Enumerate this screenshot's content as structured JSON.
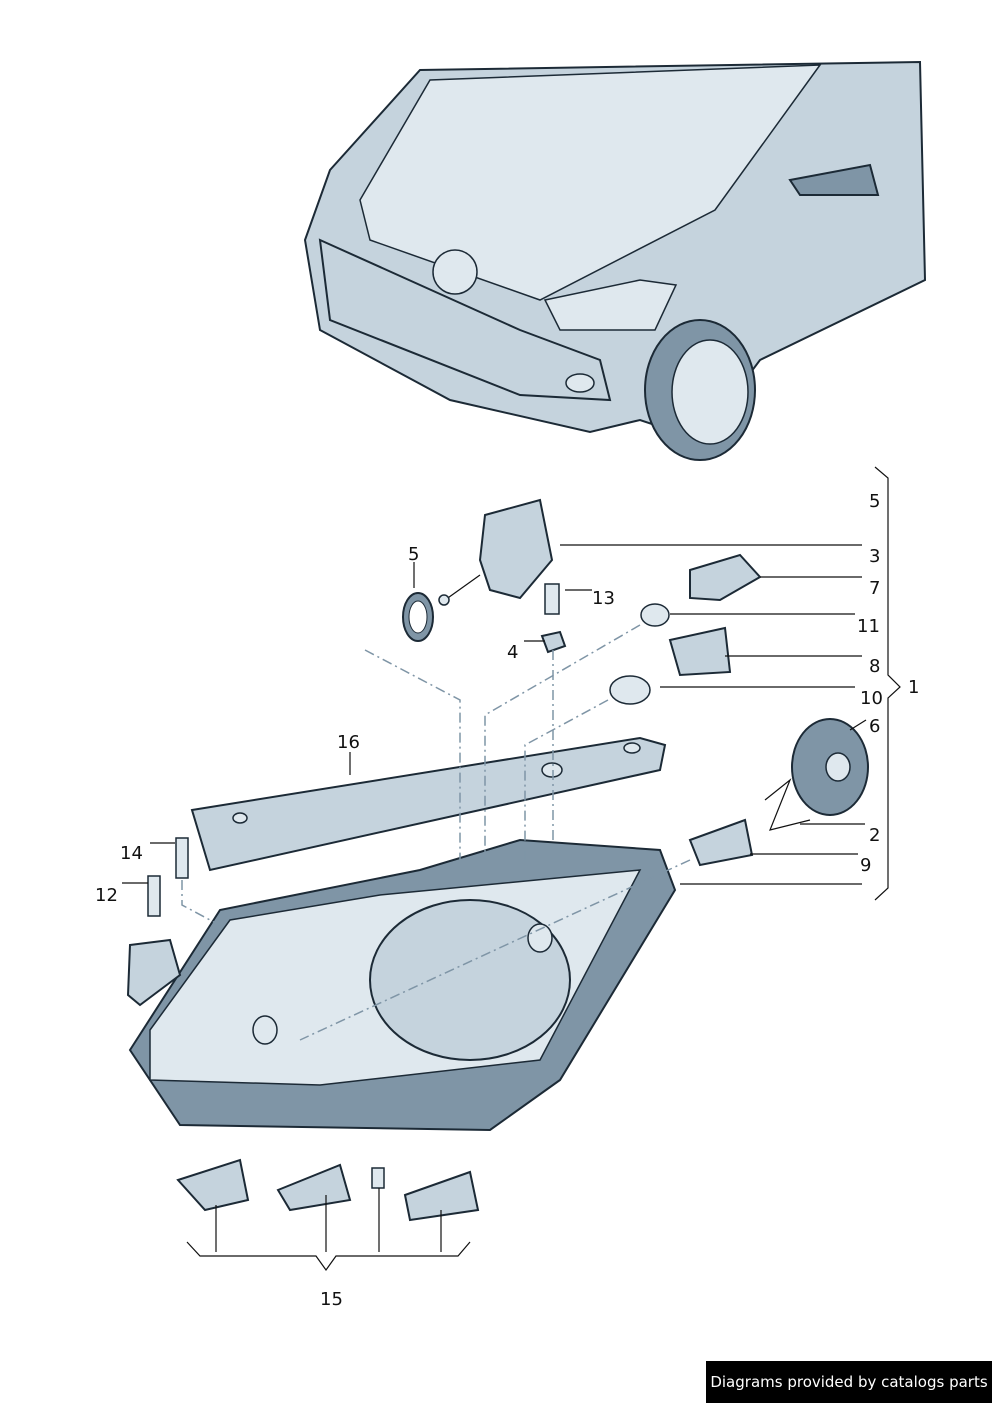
{
  "diagram": {
    "callouts": [
      {
        "id": "c1",
        "text": "1"
      },
      {
        "id": "c2",
        "text": "2"
      },
      {
        "id": "c3",
        "text": "3"
      },
      {
        "id": "c4",
        "text": "4"
      },
      {
        "id": "c5a",
        "text": "5"
      },
      {
        "id": "c5b",
        "text": "5"
      },
      {
        "id": "c6",
        "text": "6"
      },
      {
        "id": "c7",
        "text": "7"
      },
      {
        "id": "c8",
        "text": "8"
      },
      {
        "id": "c9",
        "text": "9"
      },
      {
        "id": "c10",
        "text": "10"
      },
      {
        "id": "c11",
        "text": "11"
      },
      {
        "id": "c12",
        "text": "12"
      },
      {
        "id": "c13",
        "text": "13"
      },
      {
        "id": "c14",
        "text": "14"
      },
      {
        "id": "c15",
        "text": "15"
      },
      {
        "id": "c16",
        "text": "16"
      }
    ]
  },
  "footer": {
    "text": "Diagrams provided by catalogs parts"
  },
  "colors": {
    "body": "#c5d3dd",
    "outline": "#1c2a36",
    "footer_bg": "#000000"
  }
}
